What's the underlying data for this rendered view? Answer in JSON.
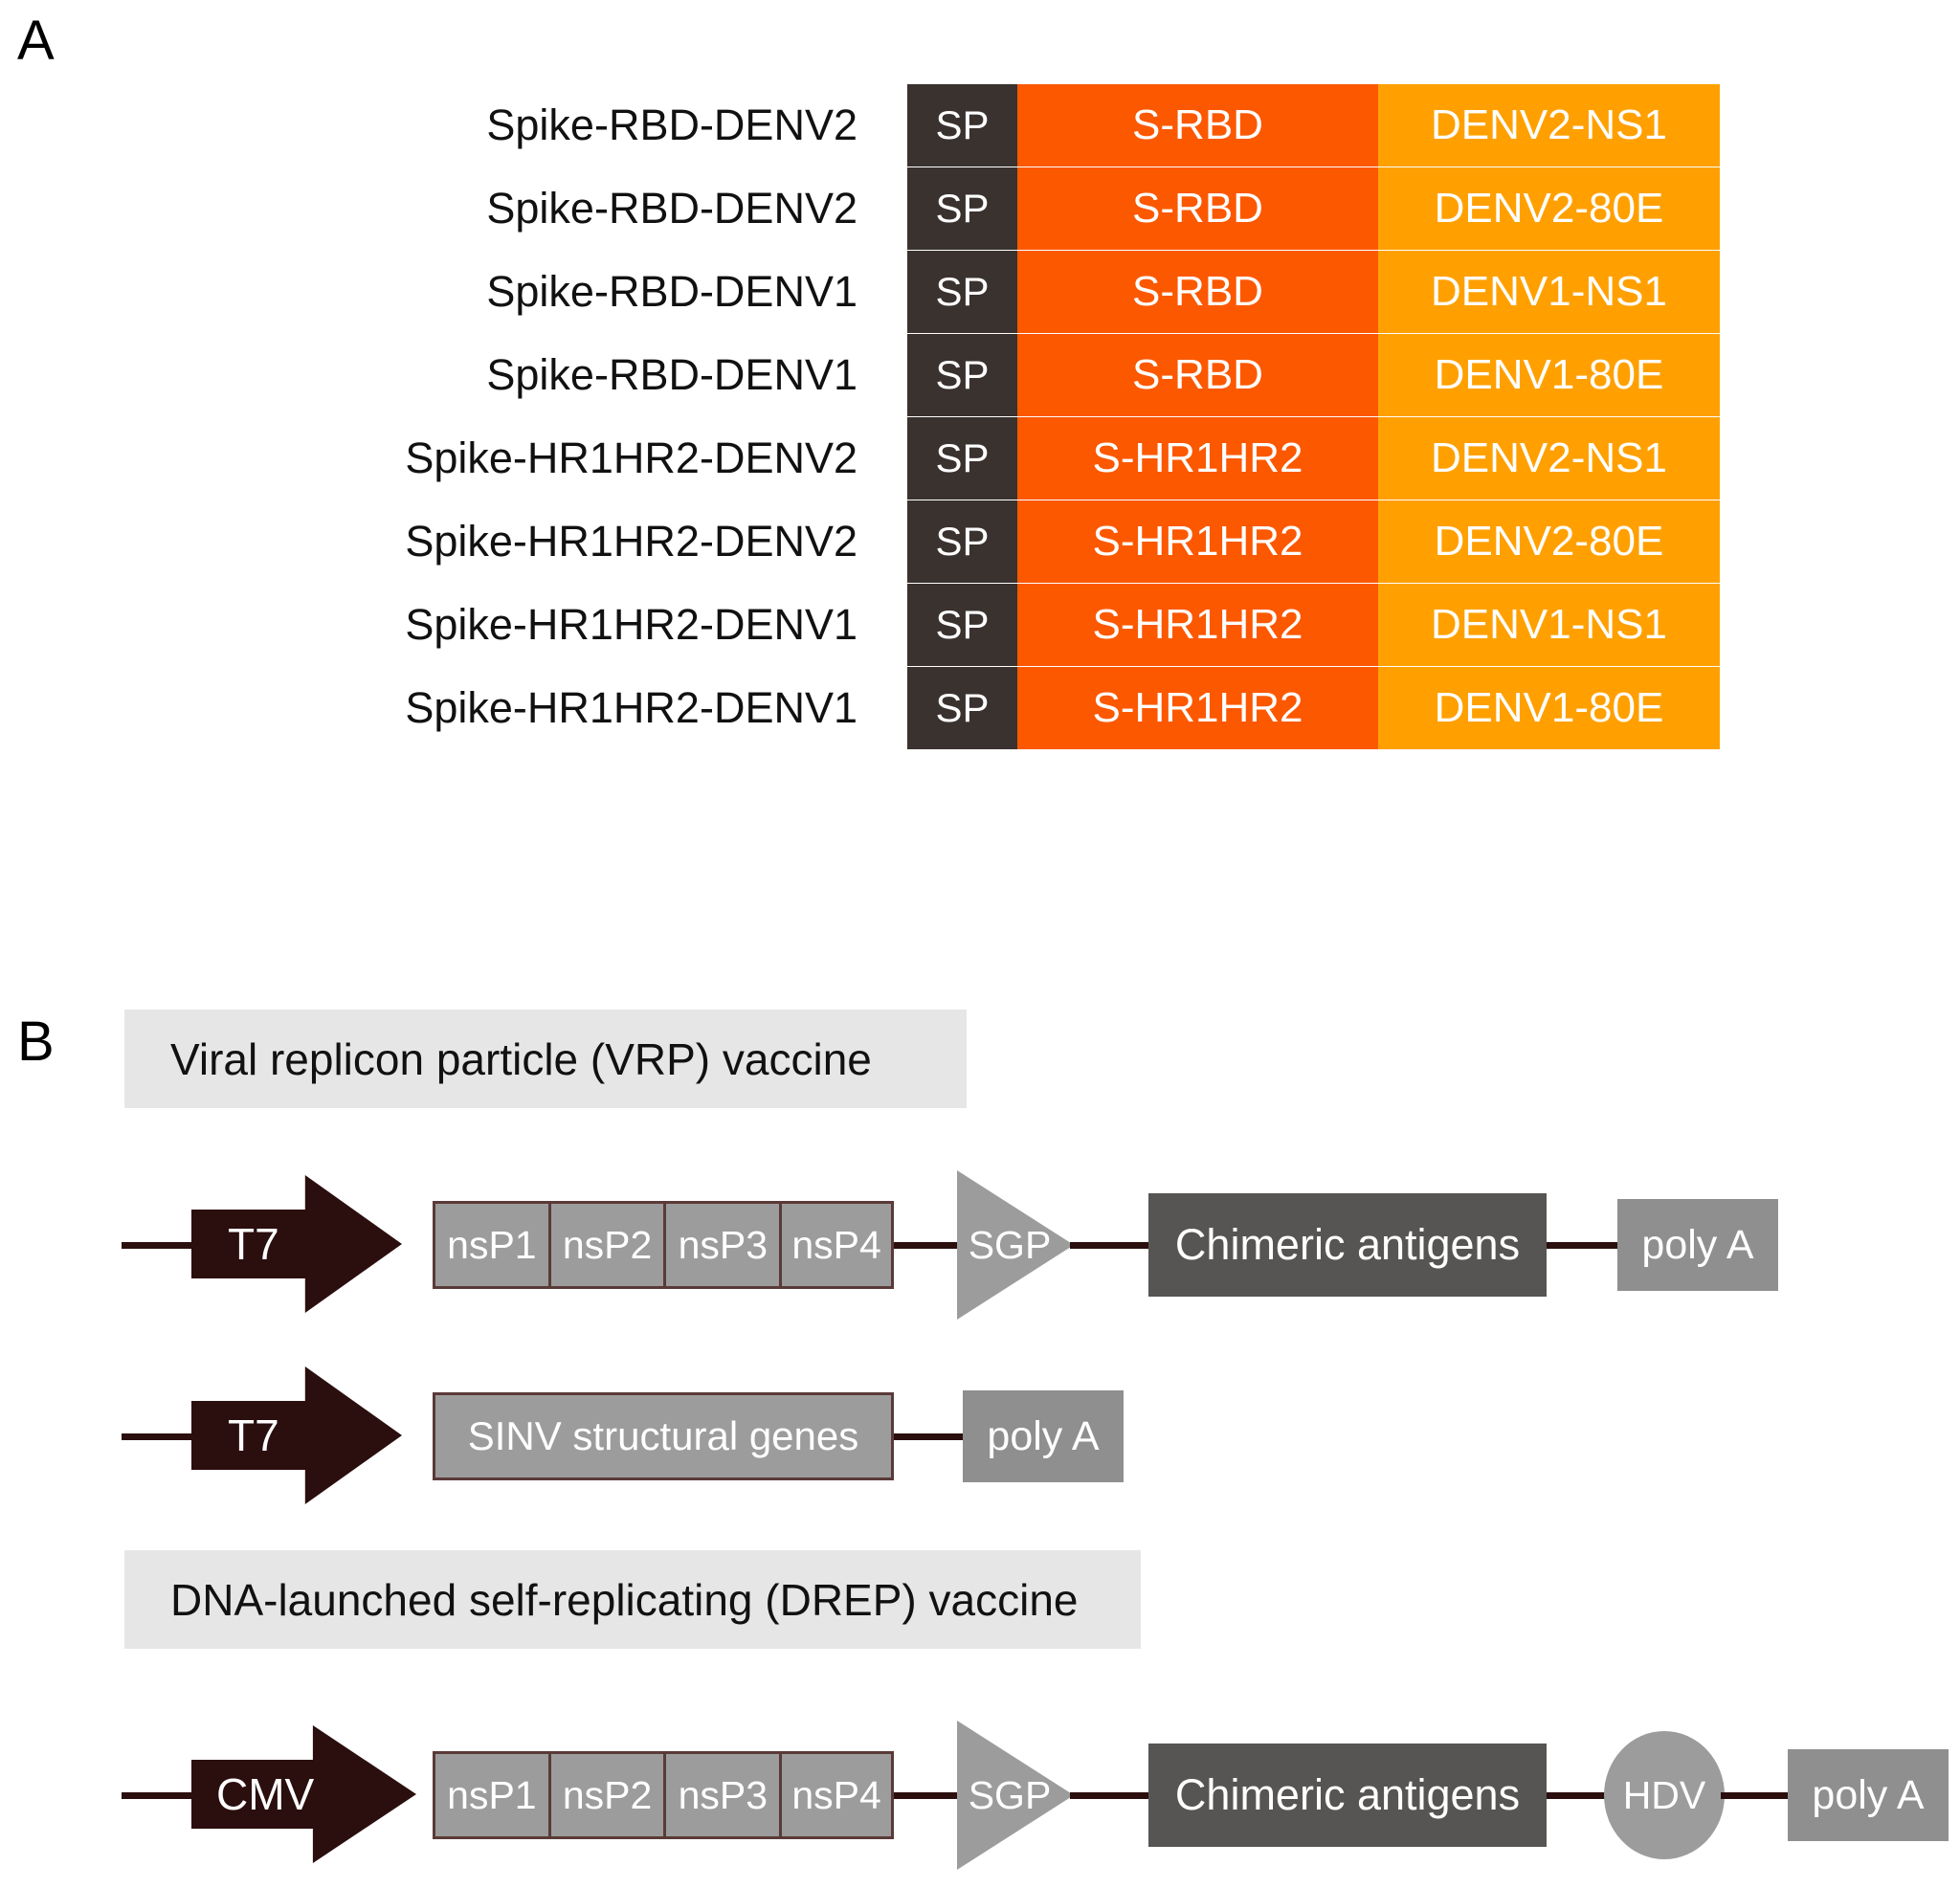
{
  "figure": {
    "panel_a_letter": "A",
    "panel_b_letter": "B"
  },
  "colors": {
    "signal_peptide": "#3A322F",
    "spike_segment": "#FC5800",
    "dengue_segment": "#FFA000",
    "promoter_arrow": "#2B0E0E",
    "nsp_box": "#9C9C9C",
    "antigen_box": "#575553",
    "polya_box": "#8F8F8F",
    "header_band": "#E6E6E6"
  },
  "panel_a": {
    "constructs": [
      {
        "label": "Spike-RBD-DENV2",
        "sp": "SP",
        "spike": "S-RBD",
        "dengue": "DENV2-NS1"
      },
      {
        "label": "Spike-RBD-DENV2",
        "sp": "SP",
        "spike": "S-RBD",
        "dengue": "DENV2-80E"
      },
      {
        "label": "Spike-RBD-DENV1",
        "sp": "SP",
        "spike": "S-RBD",
        "dengue": "DENV1-NS1"
      },
      {
        "label": "Spike-RBD-DENV1",
        "sp": "SP",
        "spike": "S-RBD",
        "dengue": "DENV1-80E"
      },
      {
        "label": "Spike-HR1HR2-DENV2",
        "sp": "SP",
        "spike": "S-HR1HR2",
        "dengue": "DENV2-NS1"
      },
      {
        "label": "Spike-HR1HR2-DENV2",
        "sp": "SP",
        "spike": "S-HR1HR2",
        "dengue": "DENV2-80E"
      },
      {
        "label": "Spike-HR1HR2-DENV1",
        "sp": "SP",
        "spike": "S-HR1HR2",
        "dengue": "DENV1-NS1"
      },
      {
        "label": "Spike-HR1HR2-DENV1",
        "sp": "SP",
        "spike": "S-HR1HR2",
        "dengue": "DENV1-80E"
      }
    ]
  },
  "panel_b": {
    "vrp": {
      "header": "Viral replicon particle (VRP) vaccine",
      "replicon_row": {
        "promoter": "T7",
        "nsp_cells": [
          "nsP1",
          "nsP2",
          "nsP3",
          "nsP4"
        ],
        "subgenomic_promoter": "SGP",
        "antigen": "Chimeric antigens",
        "polya": "poly A"
      },
      "helper_row": {
        "promoter": "T7",
        "structural_genes": "SINV structural genes",
        "polya": "poly A"
      }
    },
    "drep": {
      "header": "DNA-launched self-replicating (DREP) vaccine",
      "row": {
        "promoter": "CMV",
        "nsp_cells": [
          "nsP1",
          "nsP2",
          "nsP3",
          "nsP4"
        ],
        "subgenomic_promoter": "SGP",
        "antigen": "Chimeric antigens",
        "ribozyme": "HDV",
        "polya": "poly A"
      }
    }
  }
}
